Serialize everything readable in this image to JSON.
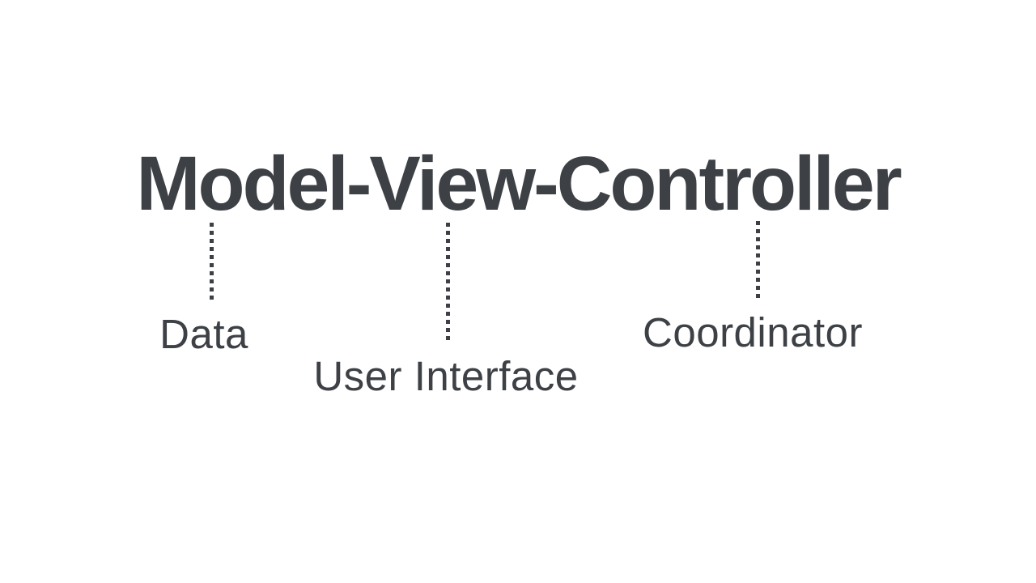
{
  "slide": {
    "title": "Model-View-Controller",
    "annotations": [
      {
        "term": "Model",
        "label": "Data"
      },
      {
        "term": "View",
        "label": "User Interface"
      },
      {
        "term": "Controller",
        "label": "Coordinator"
      }
    ]
  },
  "colors": {
    "ink": "#3d4145",
    "background": "#ffffff"
  }
}
